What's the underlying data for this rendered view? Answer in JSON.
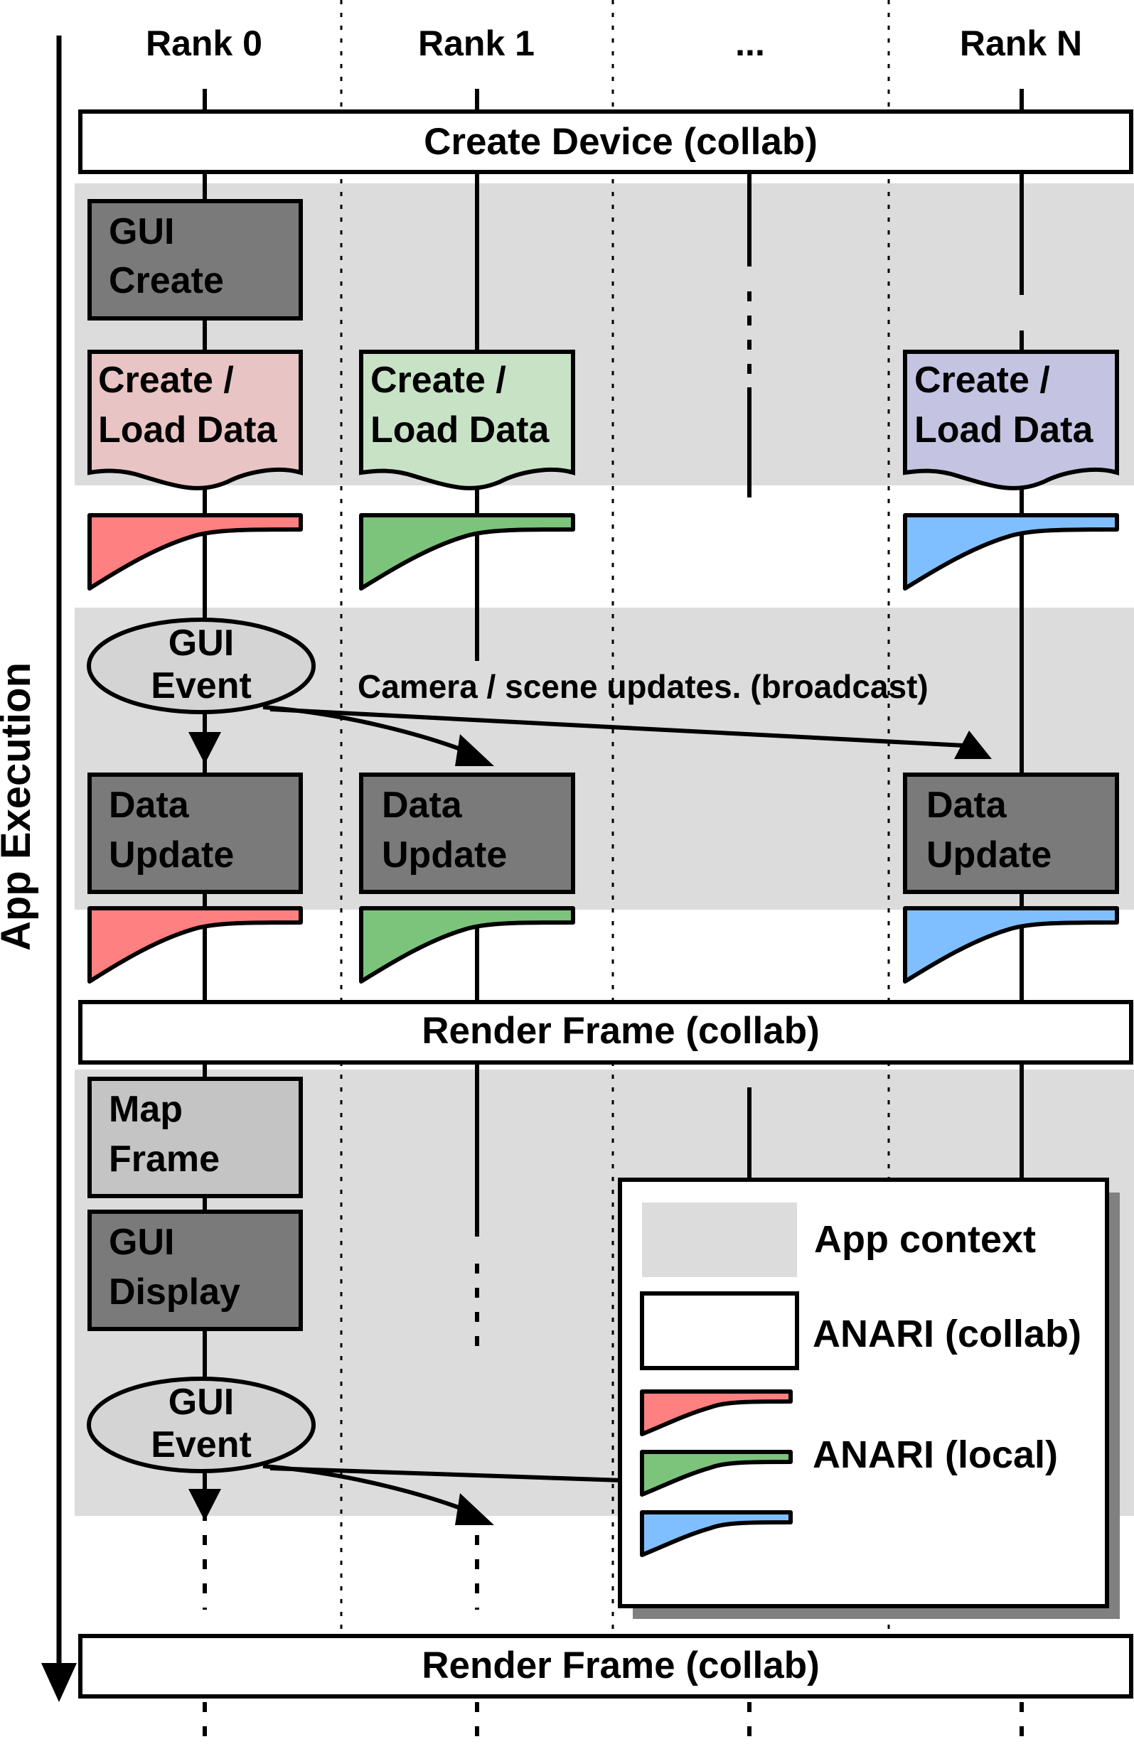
{
  "ranks": [
    "Rank 0",
    "Rank 1",
    "...",
    "Rank N"
  ],
  "axis_label": "App Execution",
  "collab_bars": {
    "create_device": "Create Device (collab)",
    "render_frame_1": "Render Frame (collab)",
    "render_frame_2": "Render Frame (collab)"
  },
  "boxes": {
    "gui_create": [
      "GUI",
      "Create"
    ],
    "load_data": [
      "Create /",
      "Load Data"
    ],
    "data_update": [
      "Data",
      "Update"
    ],
    "map_frame": [
      "Map",
      "Frame"
    ],
    "gui_display": [
      "GUI",
      "Display"
    ]
  },
  "events": {
    "gui_event": [
      "GUI",
      "Event"
    ]
  },
  "broadcast_note": "Camera / scene updates. (broadcast)",
  "legend": {
    "app_context": "App context",
    "anari_collab": "ANARI (collab)",
    "anari_local": "ANARI (local)"
  },
  "colors": {
    "app_context": "#dcdcdc",
    "gui_box": "#7a7a7a",
    "map_box": "#c4c4c4",
    "event_fill": "#d4d4d4",
    "rank0_doc": "#e8c4c4",
    "rank1_doc": "#c8e2c6",
    "rankN_doc": "#c4c4e2",
    "rank0_local": "#ff8080",
    "rank1_local": "#7cc47c",
    "rankN_local": "#80bfff",
    "legend_shadow": "#808080"
  }
}
